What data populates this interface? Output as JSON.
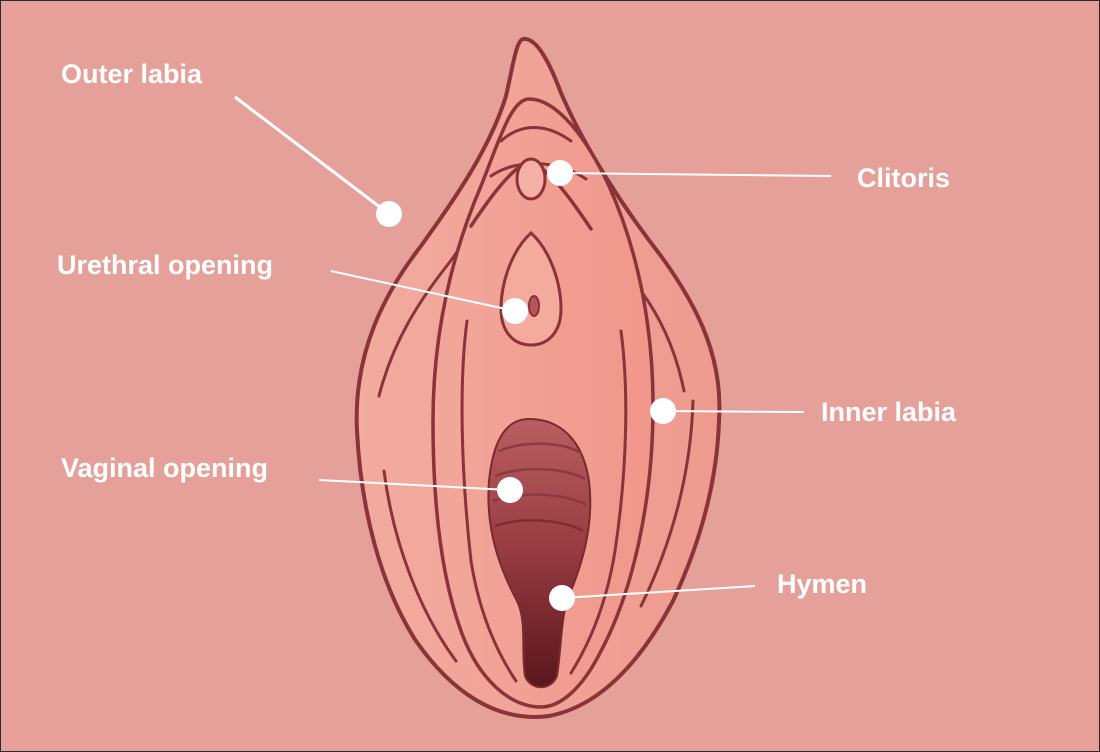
{
  "colors": {
    "background": "#e5a09a",
    "outline": "#8a3338",
    "outer_skin": "#f0a49b",
    "inner_skin": "#f29b90",
    "opening_top": "#b65a5c",
    "opening_bottom": "#5e1a20",
    "marker": "#ffffff",
    "label_text": "#ffffff"
  },
  "labels": {
    "outer_labia": "Outer labia",
    "clitoris": "Clitoris",
    "urethral_opening": "Urethral opening",
    "inner_labia": "Inner labia",
    "vaginal_opening": "Vaginal opening",
    "hymen": "Hymen"
  }
}
